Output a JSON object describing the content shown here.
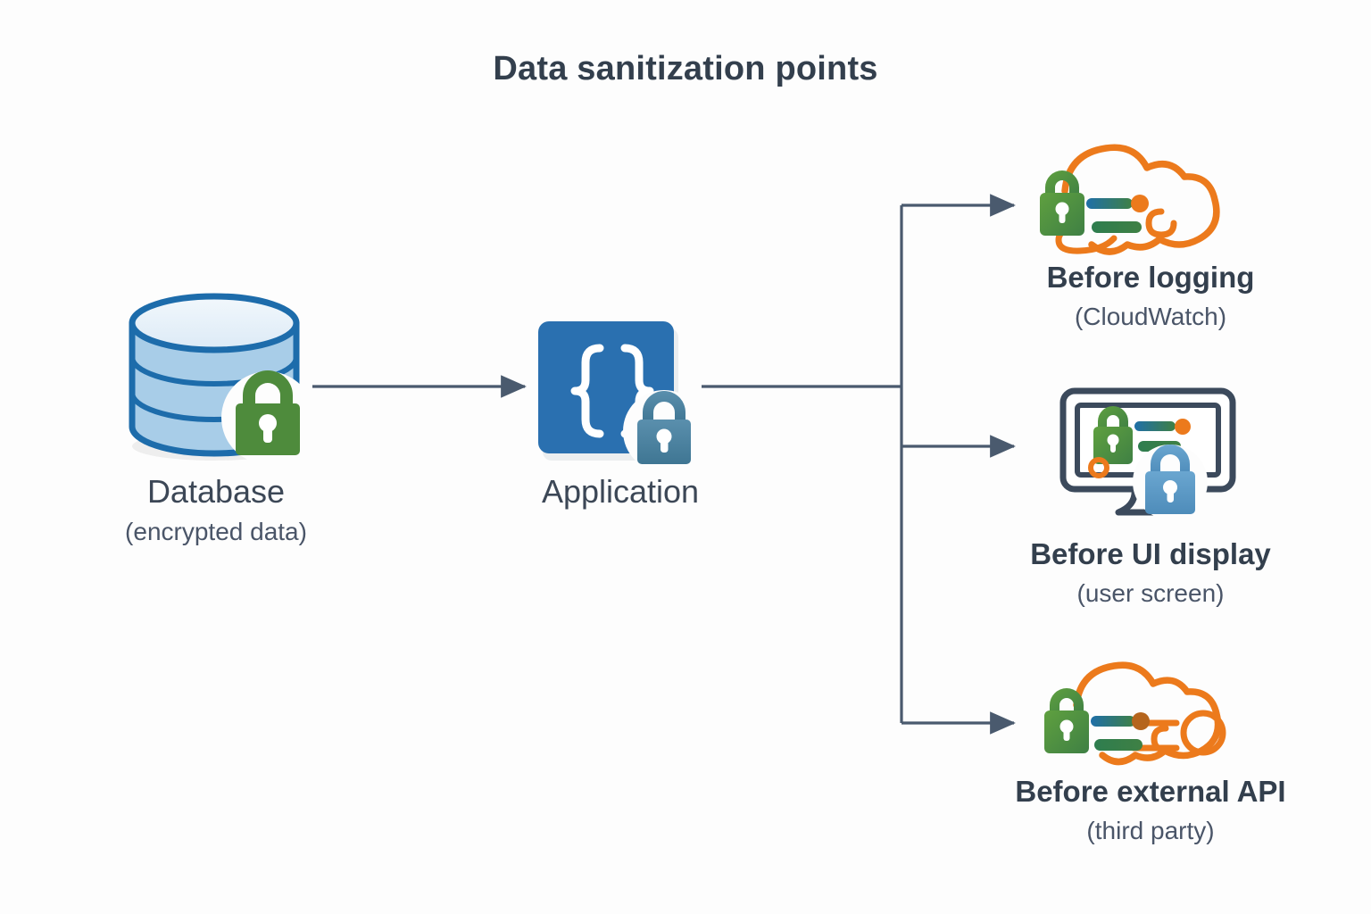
{
  "diagram": {
    "title": "Data sanitization points",
    "background_color": "#fdfdfd",
    "connector_color": "#4a5a6e",
    "accent_colors": {
      "green_lock": "#4e8b3c",
      "blue_lock": "#5b97c4",
      "steel_lock": "#4a7f9e",
      "cloud_orange": "#ec7a1c",
      "db_blue_fill": "#a8cde8",
      "db_blue_stroke": "#1d6cab",
      "app_blue": "#2a70b0",
      "text_dark": "#333f4d",
      "text_body": "#3c4756"
    }
  },
  "nodes": {
    "database": {
      "primary": "Database",
      "secondary": "(encrypted data)",
      "icon": "database-cylinder-icon",
      "lock_icon": "green-padlock-icon"
    },
    "application": {
      "primary": "Application",
      "secondary": "",
      "icon": "curly-braces-app-icon",
      "lock_icon": "steel-padlock-icon"
    },
    "logging": {
      "primary": "Before logging",
      "secondary": "(CloudWatch)",
      "icon": "cloud-lock-icon",
      "lock_icon": "green-padlock-icon"
    },
    "ui_display": {
      "primary": "Before UI display",
      "secondary": "(user screen)",
      "icon": "monitor-lock-icon",
      "lock_icon": "blue-padlock-icon"
    },
    "external_api": {
      "primary": "Before external API",
      "secondary": "(third party)",
      "icon": "cloud-lock-icon",
      "lock_icon": "green-padlock-icon"
    }
  },
  "edges": [
    {
      "id": "db-to-app",
      "from": "database",
      "to": "application",
      "style": "arrow"
    },
    {
      "id": "app-to-logging",
      "from": "application",
      "to": "logging",
      "style": "arrow"
    },
    {
      "id": "app-to-ui",
      "from": "application",
      "to": "ui_display",
      "style": "arrow"
    },
    {
      "id": "app-to-api",
      "from": "application",
      "to": "external_api",
      "style": "arrow"
    }
  ]
}
